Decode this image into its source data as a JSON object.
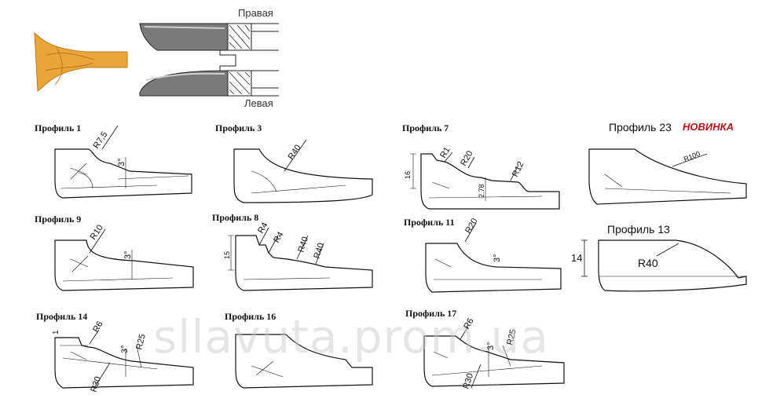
{
  "header": {
    "right_label": "Правая",
    "left_label": "Левая"
  },
  "profiles": [
    {
      "title": "Профиль 1",
      "dims": [
        "R7,5",
        "3°"
      ]
    },
    {
      "title": "Профиль 3",
      "dims": [
        "R40"
      ]
    },
    {
      "title": "Профиль 7",
      "dims": [
        "R1",
        "R20",
        "R12",
        "16",
        "2.78"
      ]
    },
    {
      "title": "Профиль 23",
      "badge": "НОВИНКА",
      "dims": [
        "R100"
      ]
    },
    {
      "title": "Профиль 9",
      "dims": [
        "R10",
        "3°"
      ]
    },
    {
      "title": "Профиль 8",
      "dims": [
        "R4",
        "R4",
        "R40",
        "R40",
        "15"
      ]
    },
    {
      "title": "Профиль 11",
      "dims": [
        "R20",
        "3°"
      ]
    },
    {
      "title": "Профиль 13",
      "dims": [
        "R40",
        "14"
      ]
    },
    {
      "title": "Профиль 14",
      "dims": [
        "1",
        "R6",
        "3°",
        "R25",
        "R30"
      ]
    },
    {
      "title": "Профиль 16",
      "dims": []
    },
    {
      "title": "Профиль 17",
      "dims": [
        "R6",
        "3°",
        "R25",
        "R30"
      ]
    }
  ],
  "watermark": "sllavuta.prom.ua",
  "colors": {
    "badge": "#b3141c",
    "wood": "#e8a53c",
    "line": "#111111"
  }
}
